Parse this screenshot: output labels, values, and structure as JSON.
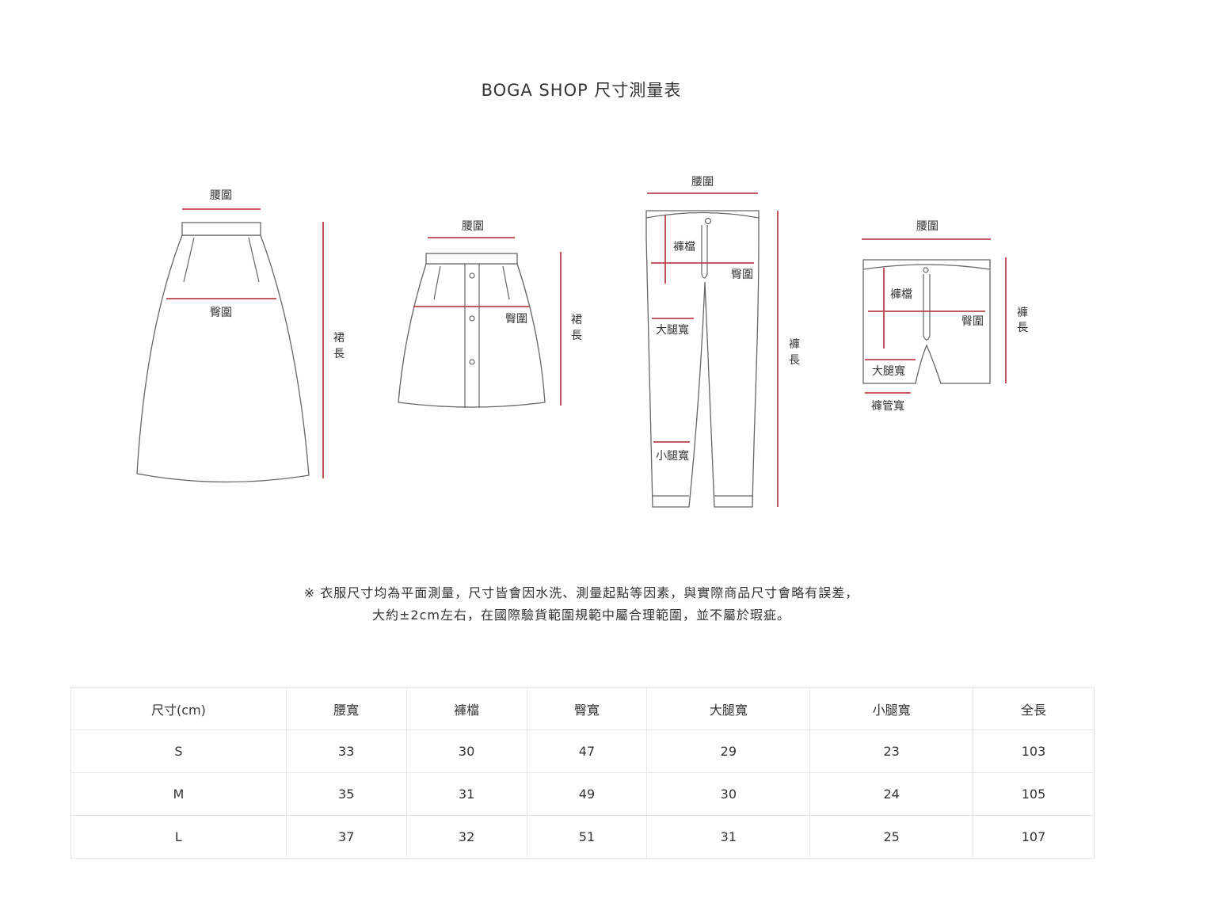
{
  "title": "BOGA SHOP 尺寸測量表",
  "diagram_labels": {
    "long_skirt": {
      "waist": "腰圍",
      "hip": "臀圍",
      "length_1": "裙",
      "length_2": "長"
    },
    "short_skirt": {
      "waist": "腰圍",
      "hip": "臀圍",
      "length_1": "裙",
      "length_2": "長"
    },
    "long_pants": {
      "waist": "腰圍",
      "rise": "褲檔",
      "hip": "臀圍",
      "thigh": "大腿寬",
      "calf": "小腿寬",
      "length_1": "褲",
      "length_2": "長"
    },
    "shorts": {
      "waist": "腰圍",
      "rise": "褲檔",
      "hip": "臀圍",
      "thigh": "大腿寬",
      "hem": "褲管寬",
      "length_1": "褲",
      "length_2": "長"
    }
  },
  "note": {
    "line1": "※ 衣服尺寸均為平面測量，尺寸皆會因水洗、測量起點等因素，與實際商品尺寸會略有誤差，",
    "line2": "大約±2cm左右，在國際驗貨範圍規範中屬合理範圍，並不屬於瑕疵。"
  },
  "table": {
    "headers": [
      "尺寸(cm)",
      "腰寬",
      "褲檔",
      "臀寬",
      "大腿寬",
      "小腿寬",
      "全長"
    ],
    "rows": [
      [
        "S",
        "33",
        "30",
        "47",
        "29",
        "23",
        "103"
      ],
      [
        "M",
        "35",
        "31",
        "49",
        "30",
        "24",
        "105"
      ],
      [
        "L",
        "37",
        "32",
        "51",
        "31",
        "25",
        "107"
      ]
    ]
  },
  "colors": {
    "measure_line": "#b8454a",
    "outline": "#666666",
    "table_border": "#e6e6e6"
  }
}
